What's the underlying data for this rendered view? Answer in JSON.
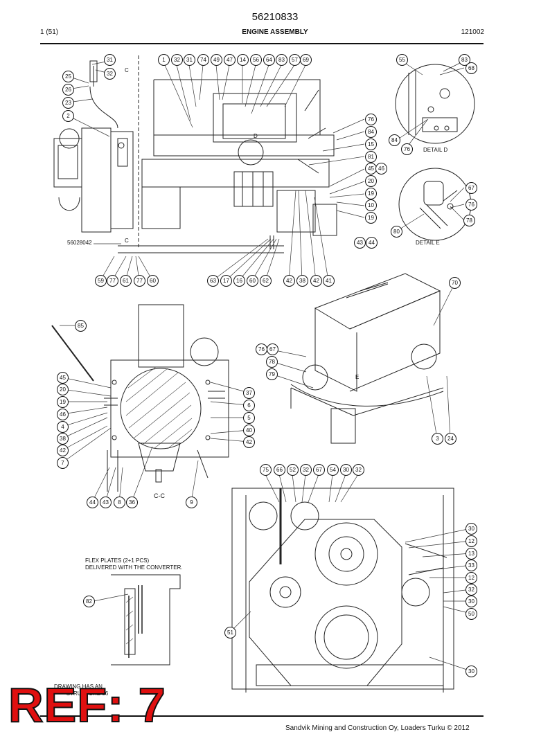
{
  "header": {
    "document_number": "56210833",
    "page": "1 (51)",
    "title": "ENGINE ASSEMBLY",
    "date_code": "121002"
  },
  "views": {
    "section_marker": "C",
    "section_label": "C-C",
    "detail_d_marker": "D",
    "detail_d": "DETAIL D",
    "detail_e_marker": "E",
    "detail_e": "DETAIL E",
    "part_ref": "56028042"
  },
  "notes": {
    "flex_plates": "FLEX PLATES (2+1 PCS)\nDELIVERED WITH THE CONVERTER.",
    "drawing_has": "DRAWING HAS AN\n        STRUCTURE 56"
  },
  "footer": {
    "copyright": "Sandvik Mining and Construction Oy, Loaders Turku © 2012",
    "ref_stamp": "REF: 7"
  },
  "balloons": {
    "top_left": [
      "31",
      "32",
      "25",
      "26",
      "23",
      "2"
    ],
    "top_row": [
      "1",
      "32",
      "31",
      "74",
      "49",
      "47",
      "14",
      "56",
      "64",
      "83",
      "57",
      "69"
    ],
    "detail_d": [
      "55",
      "83",
      "68",
      "84",
      "76"
    ],
    "detail_e": [
      "67",
      "76",
      "78",
      "80"
    ],
    "top_right_column": [
      "76",
      "84",
      "15",
      "81",
      "45",
      "46",
      "20",
      "19",
      "10",
      "19",
      "43",
      "44"
    ],
    "top_bottom_row": [
      "59",
      "77",
      "61",
      "77",
      "60",
      "63",
      "17",
      "16",
      "60",
      "62",
      "42",
      "38",
      "42",
      "41"
    ],
    "section_left": [
      "85",
      "45",
      "20",
      "19",
      "46",
      "4",
      "38",
      "42",
      "7"
    ],
    "section_right": [
      "37",
      "6",
      "5",
      "40",
      "42"
    ],
    "section_bottom": [
      "44",
      "43",
      "8",
      "36",
      "9"
    ],
    "iso_view": [
      "70",
      "76",
      "67",
      "78",
      "79",
      "3",
      "24"
    ],
    "front_top": [
      "75",
      "66",
      "52",
      "32",
      "67",
      "54",
      "30",
      "32"
    ],
    "front_right": [
      "30",
      "12",
      "13",
      "33",
      "12",
      "32",
      "30",
      "50",
      "30"
    ],
    "front_left": [
      "51"
    ],
    "flex": [
      "82"
    ]
  }
}
